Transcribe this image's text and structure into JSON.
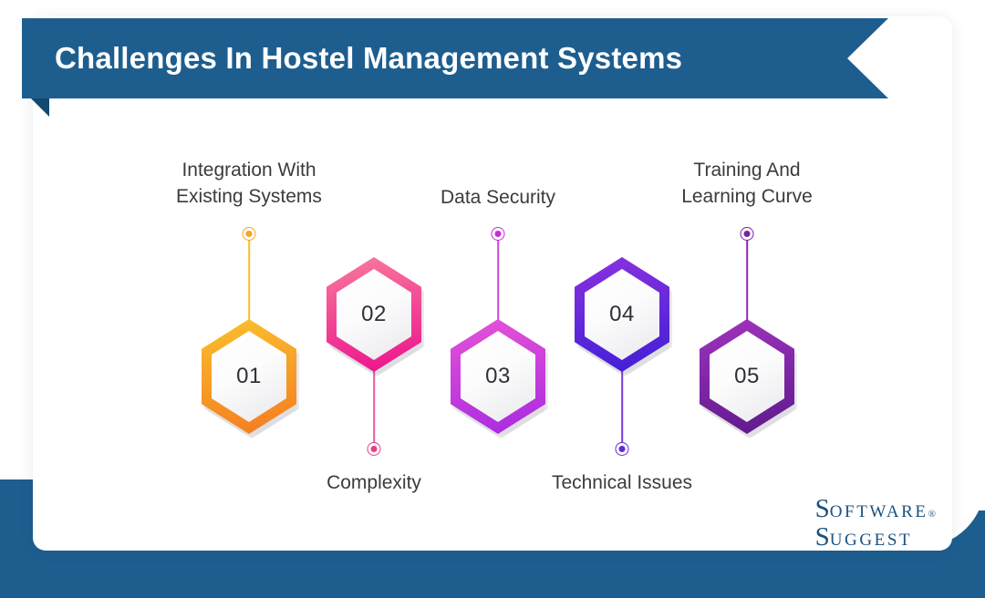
{
  "header": {
    "title": "Challenges In Hostel Management Systems",
    "ribbon_color": "#1d5e8f",
    "ribbon_fold_color": "#124870",
    "title_color": "#ffffff"
  },
  "page": {
    "background": "#ffffff",
    "card_background": "#ffffff",
    "accent_blue": "#1d5e8f",
    "label_color": "#3b3b40"
  },
  "items": [
    {
      "number": "01",
      "label": "Integration With\nExisting Systems",
      "position": "above",
      "color_top": "#fbc02d",
      "color_bottom": "#f47b20",
      "dot_color": "#f5a623",
      "line_color": "#f6c02a"
    },
    {
      "number": "02",
      "label": "Complexity",
      "position": "below",
      "color_top": "#f97a9e",
      "color_bottom": "#ec118c",
      "dot_color": "#ec3a8e",
      "line_color": "#ed5a9b"
    },
    {
      "number": "03",
      "label": "Data Security",
      "position": "above",
      "color_top": "#e653d6",
      "color_bottom": "#a82ae0",
      "dot_color": "#c62ed4",
      "line_color": "#cf47d8"
    },
    {
      "number": "04",
      "label": "Technical Issues",
      "position": "below",
      "color_top": "#8b31e0",
      "color_bottom": "#3f1fd6",
      "dot_color": "#5f2bd8",
      "line_color": "#7a3ad8"
    },
    {
      "number": "05",
      "label": "Training And\nLearning Curve",
      "position": "above",
      "color_top": "#a033bd",
      "color_bottom": "#5c1a8c",
      "dot_color": "#7a219f",
      "line_color": "#8f2aab"
    }
  ],
  "logo": {
    "line1_cap": "S",
    "line1_rest": "OFTWARE",
    "registered": "®",
    "line2_cap": "S",
    "line2_rest": "UGGEST",
    "color": "#1b5180"
  }
}
